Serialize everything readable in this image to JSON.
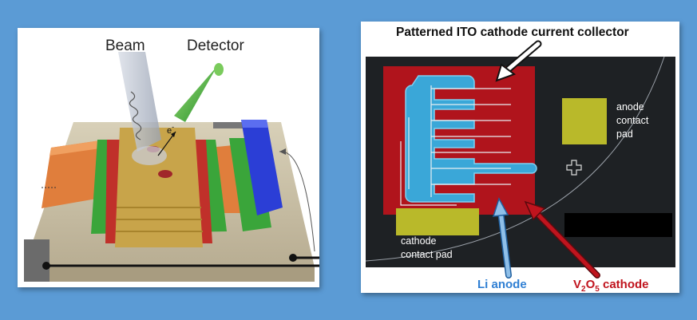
{
  "left_diagram": {
    "beam_label": "Beam",
    "detector_label": "Detector",
    "electron_label": "e",
    "electron_sup": "-"
  },
  "right_diagram": {
    "title_label": "Patterned ITO cathode current collector",
    "anode_pad_label": [
      "anode",
      "contact",
      "pad"
    ],
    "cathode_pad_label": [
      "cathode",
      "contact pad"
    ],
    "li_anode_label": "Li anode",
    "v2o5_label": {
      "v": "V",
      "sub2": "2",
      "o": "O",
      "sub5": "5",
      "rest": " cathode"
    }
  },
  "colors": {
    "background": "#5b9bd5",
    "device_dark": "#1e2124",
    "ito_red": "#b0141c",
    "li_blue": "#3aa7d8",
    "pad_yellow": "#b9b92a",
    "li_label": "#2f7fd3",
    "v2o5_label": "#c0141e"
  }
}
